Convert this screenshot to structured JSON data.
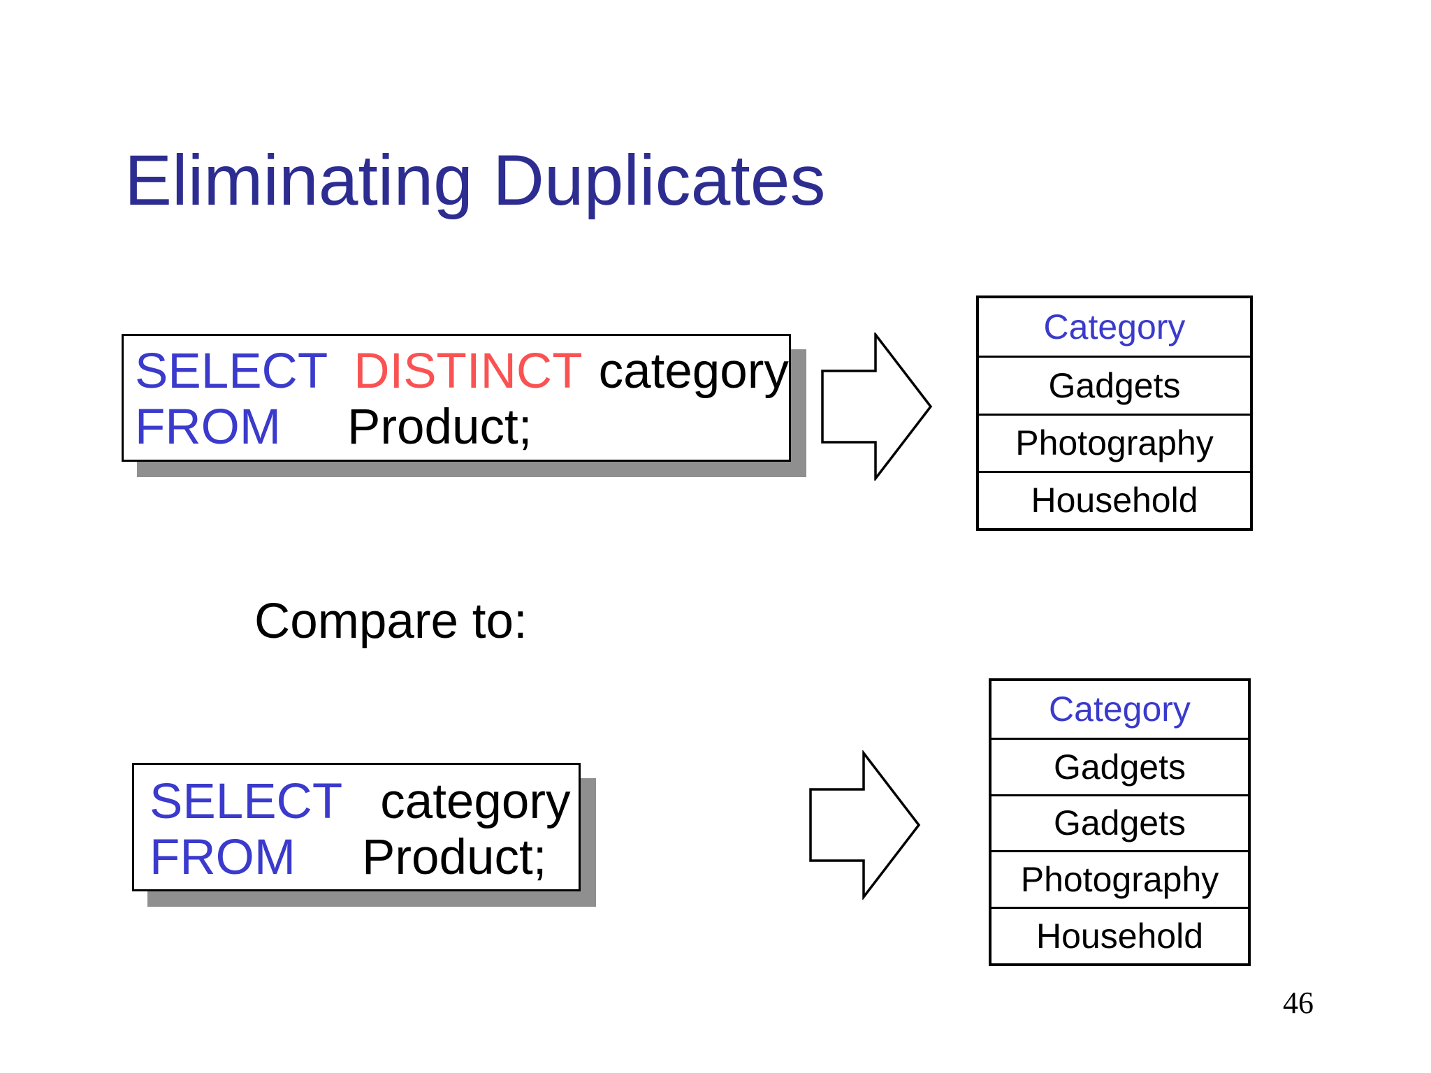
{
  "slide": {
    "title": "Eliminating Duplicates",
    "compare_label": "Compare to:",
    "page_number": "46"
  },
  "query_distinct": {
    "line1": {
      "keyword": "SELECT",
      "modifier": "DISTINCT",
      "argument": "category"
    },
    "line2": {
      "keyword": "FROM",
      "argument": "Product;"
    }
  },
  "query_plain": {
    "line1": {
      "keyword": "SELECT",
      "argument": "category"
    },
    "line2": {
      "keyword": "FROM",
      "argument": "Product;"
    }
  },
  "result_distinct": {
    "header": "Category",
    "rows": [
      "Gadgets",
      "Photography",
      "Household"
    ]
  },
  "result_plain": {
    "header": "Category",
    "rows": [
      "Gadgets",
      "Gadgets",
      "Photography",
      "Household"
    ]
  },
  "icons": {
    "arrow": "block-arrow-right"
  },
  "colors": {
    "title_blue": "#2D2D91",
    "keyword_blue": "#3A3ACC",
    "distinct_red": "#FA5252",
    "table_header_blue": "#3A3ACC",
    "box_shadow_gray": "#8F8F8F",
    "border_black": "#000000",
    "background": "#FFFFFF"
  }
}
